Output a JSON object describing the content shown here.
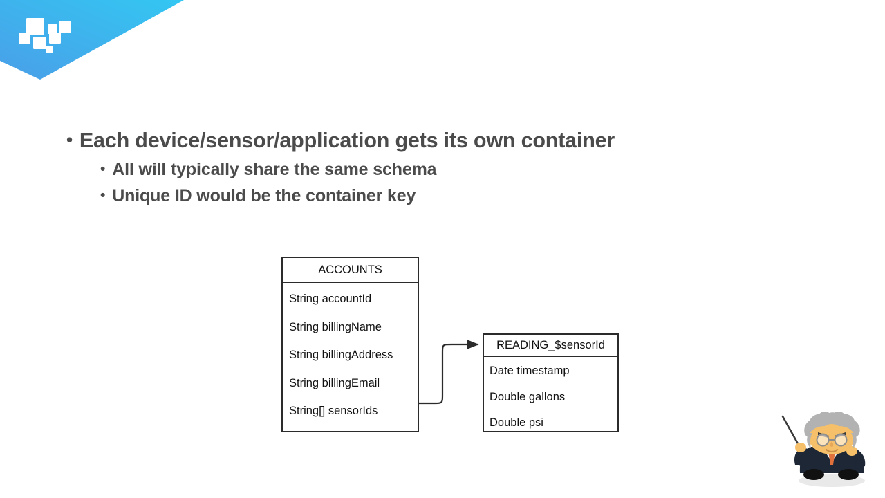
{
  "slide": {
    "branding": {
      "banner_name": "corner-banner",
      "logo_name": "brand-logo",
      "gradient_start": "#4a9fe8",
      "gradient_end": "#33c7f2",
      "logo_square_color": "#ffffff"
    },
    "bullets": [
      {
        "level": 1,
        "marker": "•",
        "text": "Each device/sensor/application gets its own container"
      },
      {
        "level": 2,
        "marker": "•",
        "text": "All will typically share the same schema"
      },
      {
        "level": 2,
        "marker": "•",
        "text": "Unique ID would be the container key"
      }
    ],
    "text_color": "#4b4b4b"
  },
  "diagram": {
    "type": "entity-relationship",
    "line_color": "#2b2b2b",
    "entities": [
      {
        "id": "accounts",
        "title": "ACCOUNTS",
        "fields": [
          "String accountId",
          "String billingName",
          "String billingAddress",
          "String billingEmail",
          "String[] sensorIds"
        ]
      },
      {
        "id": "reading",
        "title": "READING_$sensorId",
        "fields": [
          "Date timestamp",
          "Double gallons",
          "Double psi"
        ]
      }
    ],
    "relationship": {
      "from": "accounts.sensorIds",
      "to": "reading",
      "arrow": true
    }
  },
  "mascot": {
    "name": "professor-character",
    "skin": "#f5c069",
    "hair": "#b2b2b2",
    "suit": "#1d2736",
    "tie": "#e0703c",
    "shirt": "#f2f2f2",
    "shoes": "#111111",
    "pointer": "#3a3a3a"
  }
}
